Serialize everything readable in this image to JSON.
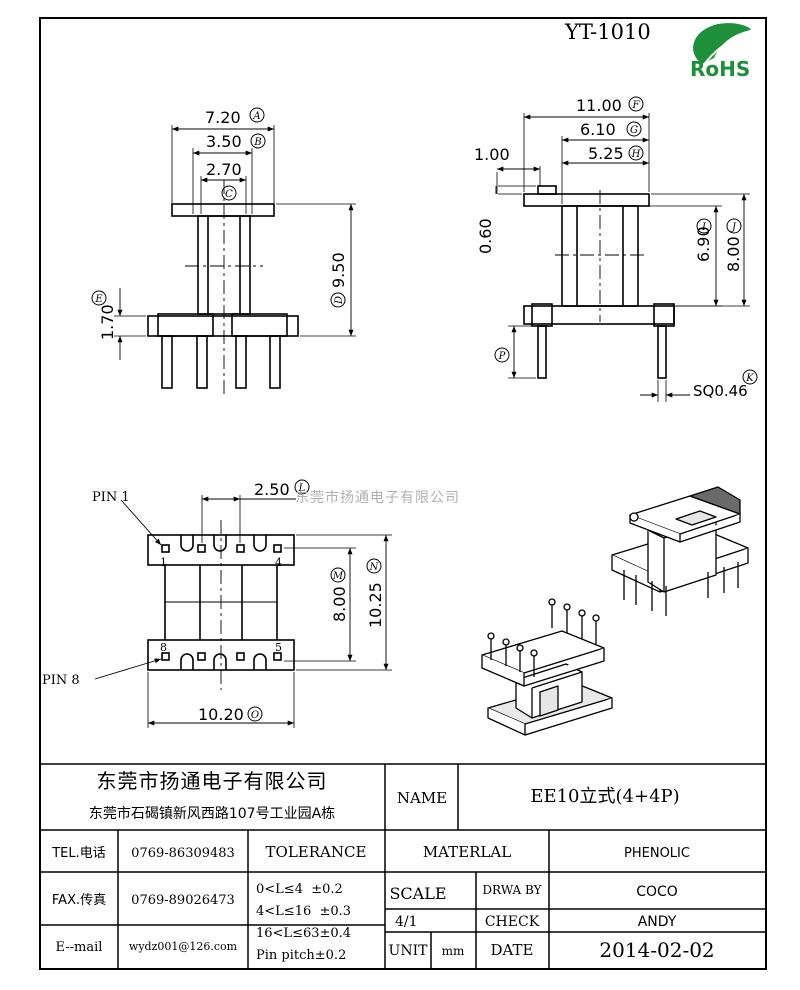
{
  "header": {
    "part_number": "YT-1010",
    "rohs_label": "RoHS"
  },
  "watermark": "东莞市扬通电子有限公司",
  "front_view": {
    "dims": [
      {
        "value": "7.20",
        "tag": "A"
      },
      {
        "value": "3.50",
        "tag": "B"
      },
      {
        "value": "2.70",
        "tag": "C"
      },
      {
        "value": "9.50",
        "tag": "D"
      },
      {
        "value": "1.70",
        "tag": "E"
      }
    ]
  },
  "side_view": {
    "dims": [
      {
        "value": "11.00",
        "tag": "F"
      },
      {
        "value": "6.10",
        "tag": "G"
      },
      {
        "value": "5.25",
        "tag": "H"
      },
      {
        "value": "1.00",
        "tag": ""
      },
      {
        "value": "0.60",
        "tag": ""
      },
      {
        "value": "6.90",
        "tag": "I"
      },
      {
        "value": "8.00",
        "tag": "J"
      },
      {
        "value": "SQ0.46",
        "tag": "K"
      },
      {
        "value": "",
        "tag": "P"
      }
    ]
  },
  "bottom_view": {
    "pin1_label": "PIN 1",
    "pin8_label": "PIN 8",
    "pin_numbers": [
      "1",
      "4",
      "8",
      "5"
    ],
    "dims": [
      {
        "value": "2.50",
        "tag": "L"
      },
      {
        "value": "8.00",
        "tag": "M"
      },
      {
        "value": "10.25",
        "tag": "N"
      },
      {
        "value": "10.20",
        "tag": "O"
      }
    ]
  },
  "title_block": {
    "company_name": "东莞市扬通电子有限公司",
    "company_address": "东莞市石碣镇新风西路107号工业园A栋",
    "name_label": "NAME",
    "name_value": "EE10立式(4+4P)",
    "tel_label": "TEL.电话",
    "tel_value": "0769-86309483",
    "fax_label": "FAX.传真",
    "fax_value": "0769-89026473",
    "email_label": "E--mail",
    "email_value": "wydz001@126.com",
    "tolerance_label": "TOLERANCE",
    "tolerance_lines": [
      "0<L≤4  ±0.2",
      "4<L≤16  ±0.3",
      "16<L≤63±0.4",
      "Pin pitch±0.2"
    ],
    "material_label": "MATERLAL",
    "material_value": "PHENOLIC",
    "scale_label": "SCALE",
    "scale_value": "4/1",
    "drawn_by_label": "DRWA BY",
    "drawn_by_value": "COCO",
    "check_label": "CHECK",
    "check_value": "ANDY",
    "unit_label": "UNIT",
    "unit_value": "mm",
    "date_label": "DATE",
    "date_value": "2014-02-02"
  }
}
